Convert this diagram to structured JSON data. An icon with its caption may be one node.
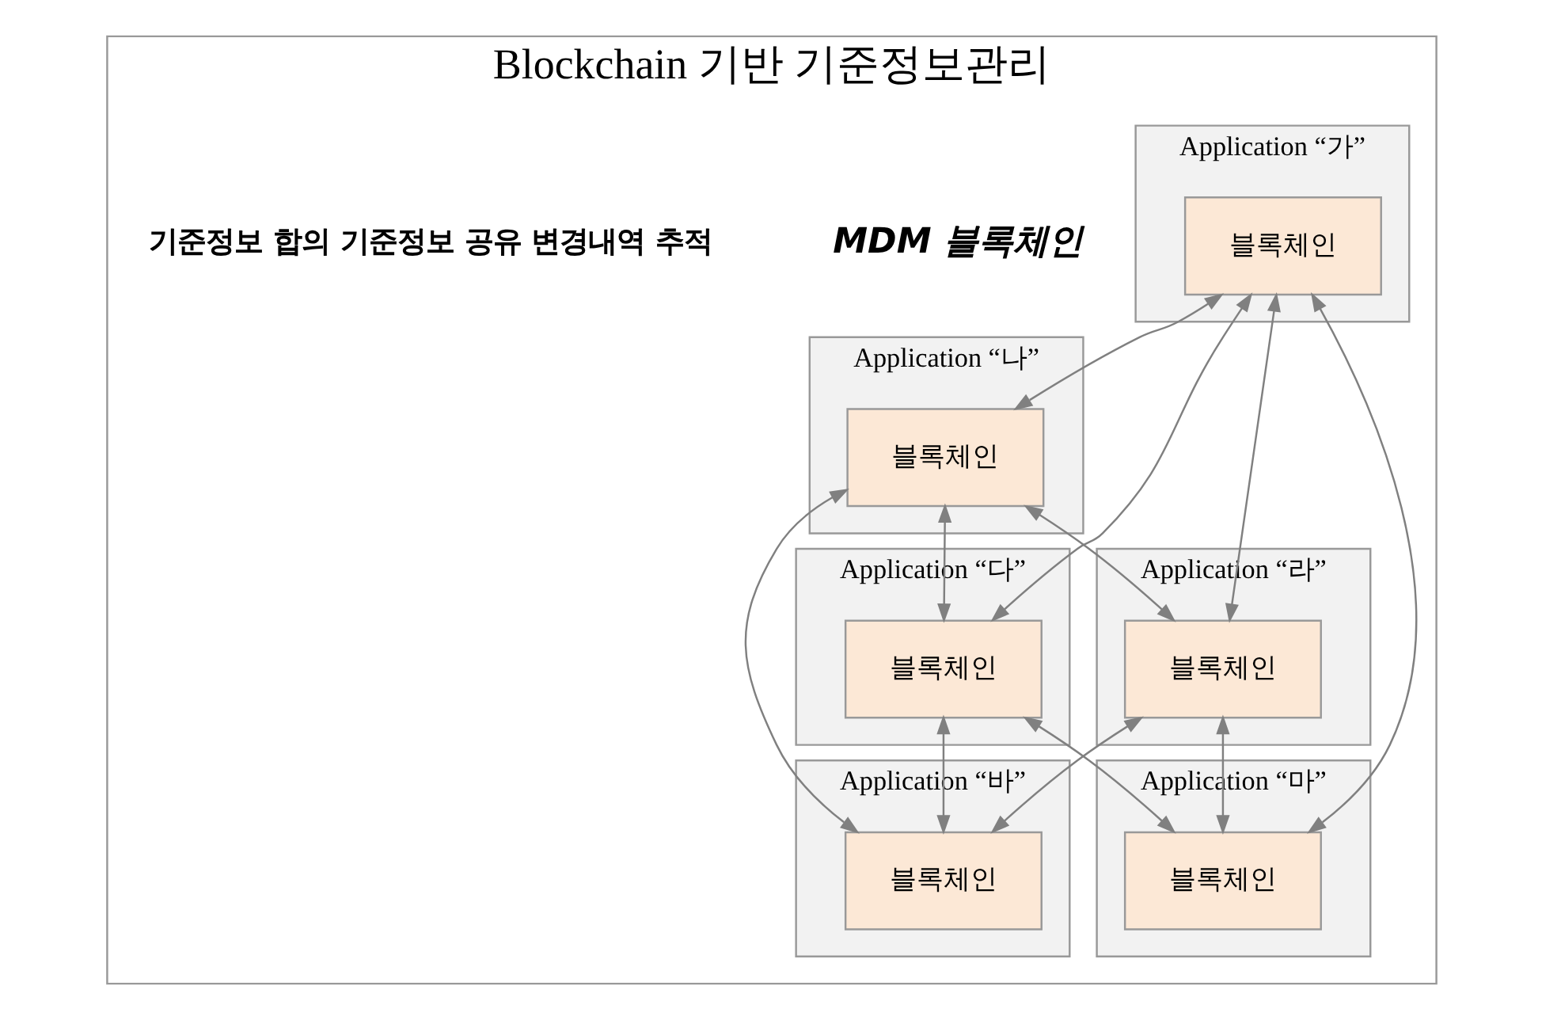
{
  "diagram": {
    "nodes": [
      {
        "text": [
          "Blockchain 기반 기준정보관리"
        ]
      },
      {
        "text": [
          "Application “나”"
        ],
        "in": 0
      },
      {
        "text": [
          "블록체인"
        ],
        "in": 1
      },
      {
        "text": [
          "Application “가”"
        ],
        "in": 0
      },
      {
        "text": [
          "블록체인"
        ],
        "in": 3
      },
      {
        "text": [
          "Application “다”"
        ],
        "in": 0
      },
      {
        "text": [
          "블록체인"
        ],
        "in": 5
      },
      {
        "text": [
          "Application “바”"
        ],
        "in": 0
      },
      {
        "text": [
          "블록체인"
        ],
        "in": 7
      },
      {
        "text": [
          "Application “라”"
        ],
        "in": 0
      },
      {
        "text": [
          "블록체인"
        ],
        "in": 9
      },
      {
        "text": [
          "Application “마”"
        ],
        "in": 0
      },
      {
        "text": [
          "블록체인"
        ],
        "in": 11
      }
    ],
    "edges": [
      {
        "from": 4,
        "to": 2,
        "arrow": "both"
      },
      {
        "from": 4,
        "to": 6,
        "arrow": "both"
      },
      {
        "from": 4,
        "to": 10,
        "arrow": "both"
      },
      {
        "from": 4,
        "to": 12,
        "arrow": "both"
      },
      {
        "from": 2,
        "to": 6,
        "arrow": "both"
      },
      {
        "from": 2,
        "to": 8,
        "arrow": "both"
      },
      {
        "from": 2,
        "to": 10,
        "arrow": "both"
      },
      {
        "from": 6,
        "to": 8,
        "arrow": "both"
      },
      {
        "from": 6,
        "to": 12,
        "arrow": "both"
      },
      {
        "from": 10,
        "to": 8,
        "arrow": "both"
      },
      {
        "from": 10,
        "to": 12,
        "arrow": "both"
      }
    ],
    "labels": [
      "MDM 블록체인",
      "기준정보 합의 기준정보 공유 변경내역 추적"
    ]
  }
}
